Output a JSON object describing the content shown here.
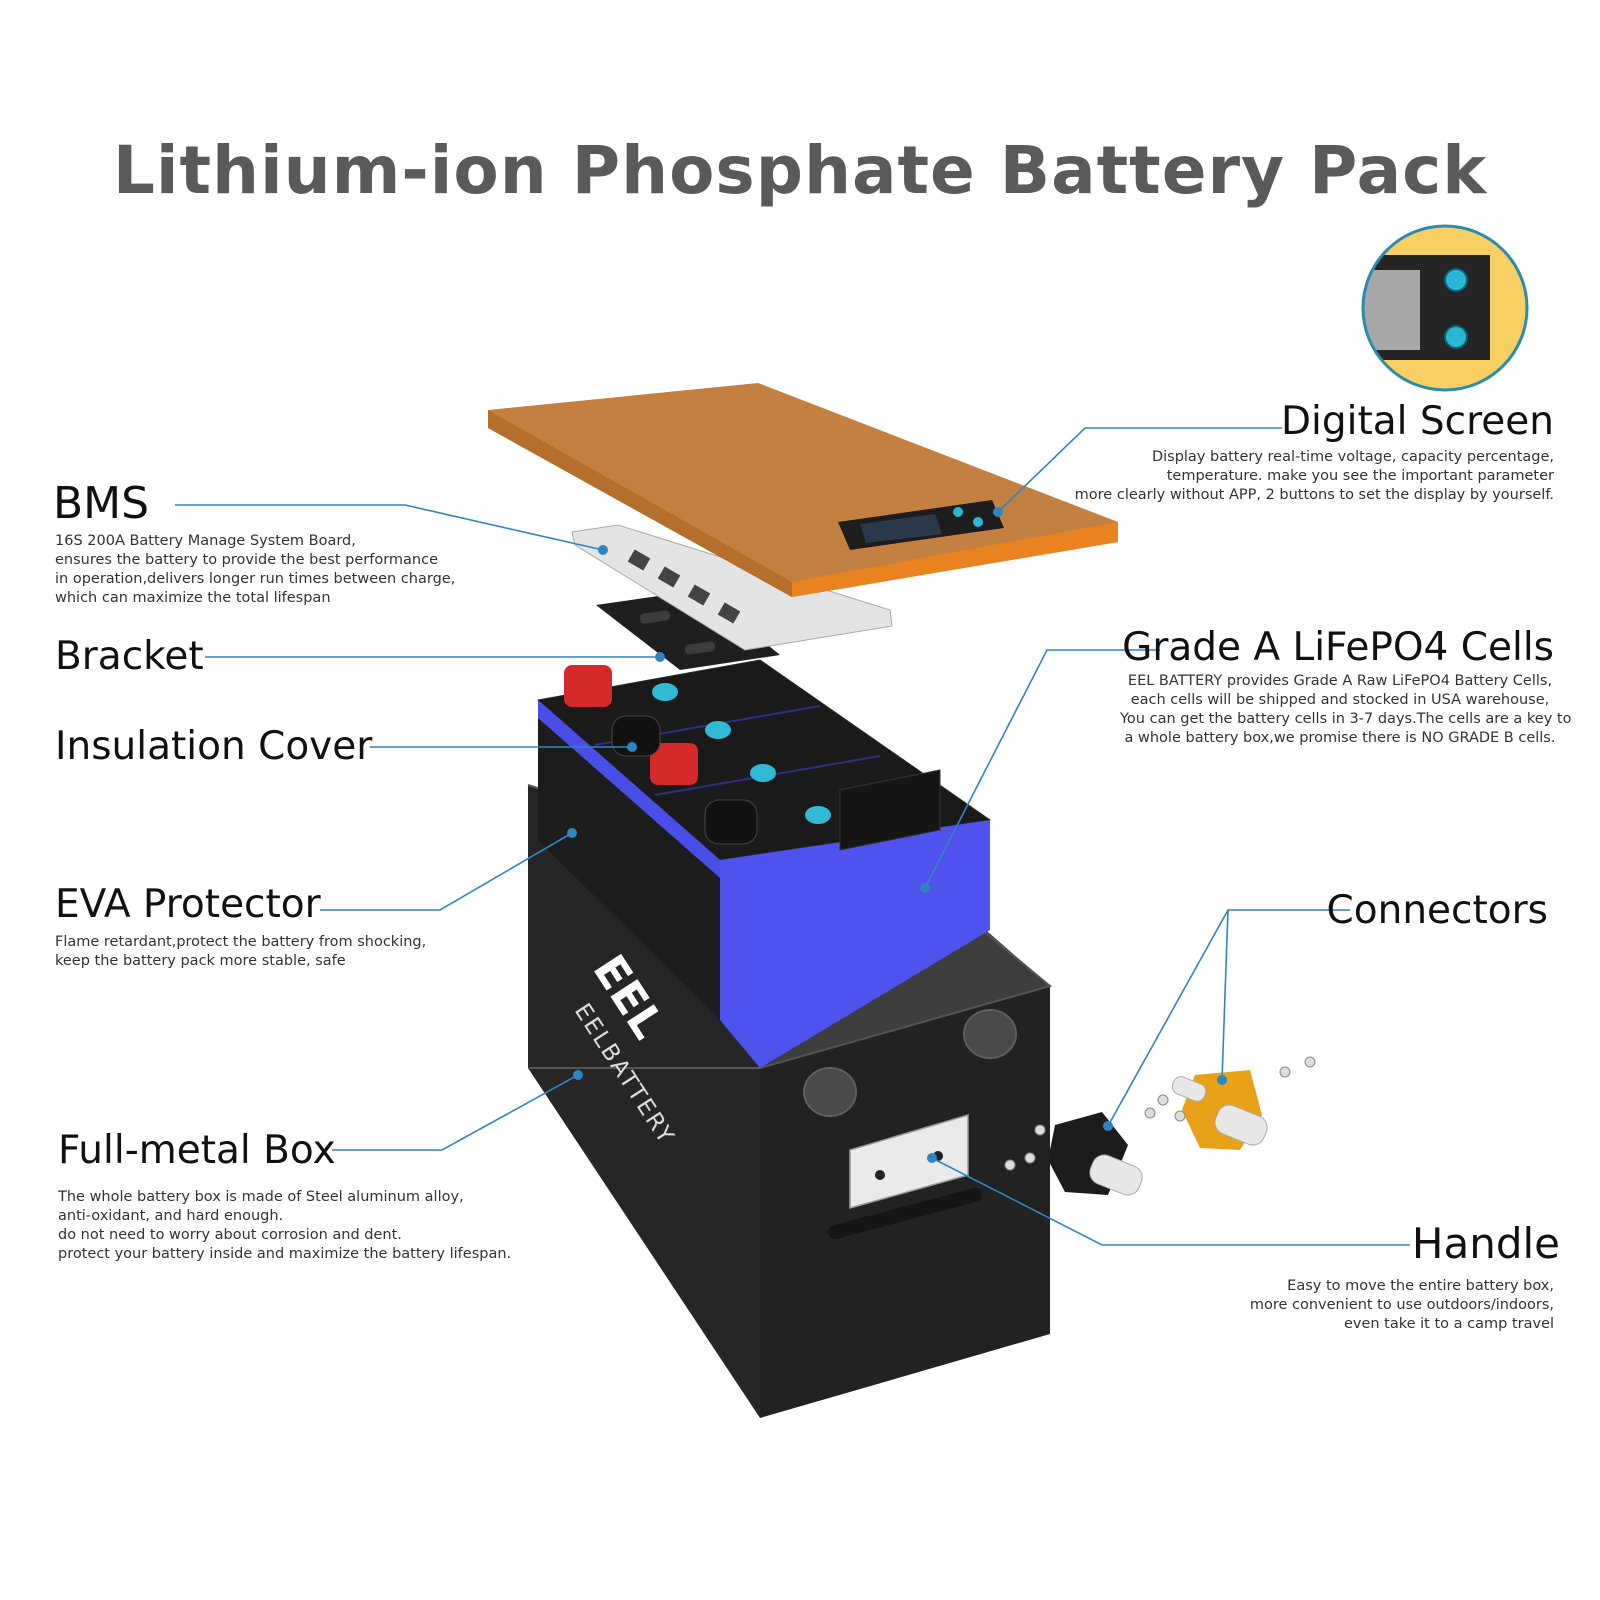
{
  "title": "Lithium-ion Phosphate Battery Pack",
  "brand": {
    "logo_text": "EEL",
    "name": "EELBATTERY"
  },
  "colors": {
    "callout_line": "#2e86c1",
    "bms_board": "#c6833c",
    "cells": "#4a4ee8",
    "terminal": "#d62a2a",
    "screen_zoom": "#f8cf62",
    "connector": "#e8a21a"
  },
  "callouts": {
    "bms": {
      "heading": "BMS",
      "lines": [
        "16S 200A Battery Manage System Board,",
        "ensures the battery to provide the best performance",
        "in operation,delivers longer run times between charge,",
        "which can maximize the total lifespan"
      ]
    },
    "bracket": {
      "heading": "Bracket"
    },
    "insulation": {
      "heading": "Insulation Cover"
    },
    "eva": {
      "heading": "EVA Protector",
      "lines": [
        "Flame retardant,protect the battery from shocking,",
        "keep the battery pack more stable, safe"
      ]
    },
    "box": {
      "heading": "Full-metal Box",
      "lines": [
        "The whole battery box is made of Steel aluminum alloy,",
        "anti-oxidant, and hard enough.",
        "do not need to worry about corrosion and dent.",
        "protect your battery inside and maximize the battery lifespan."
      ]
    },
    "screen": {
      "heading": "Digital Screen",
      "lines": [
        "Display battery real-time voltage, capacity percentage,",
        "temperature. make you see the important parameter",
        "more clearly without APP, 2 buttons to set the display by yourself."
      ]
    },
    "cells": {
      "heading": "Grade A LiFePO4 Cells",
      "lines": [
        "EEL BATTERY provides Grade A Raw LiFePO4 Battery Cells,",
        "each cells will be shipped and stocked in USA warehouse,",
        "You can get the battery cells in 3-7 days.The cells are a key to",
        "a whole battery box,we promise there is NO GRADE B cells."
      ]
    },
    "connectors": {
      "heading": "Connectors"
    },
    "handle": {
      "heading": "Handle",
      "lines": [
        "Easy to move the entire battery box,",
        "more convenient to use outdoors/indoors,",
        "even take it to a camp travel"
      ]
    }
  }
}
